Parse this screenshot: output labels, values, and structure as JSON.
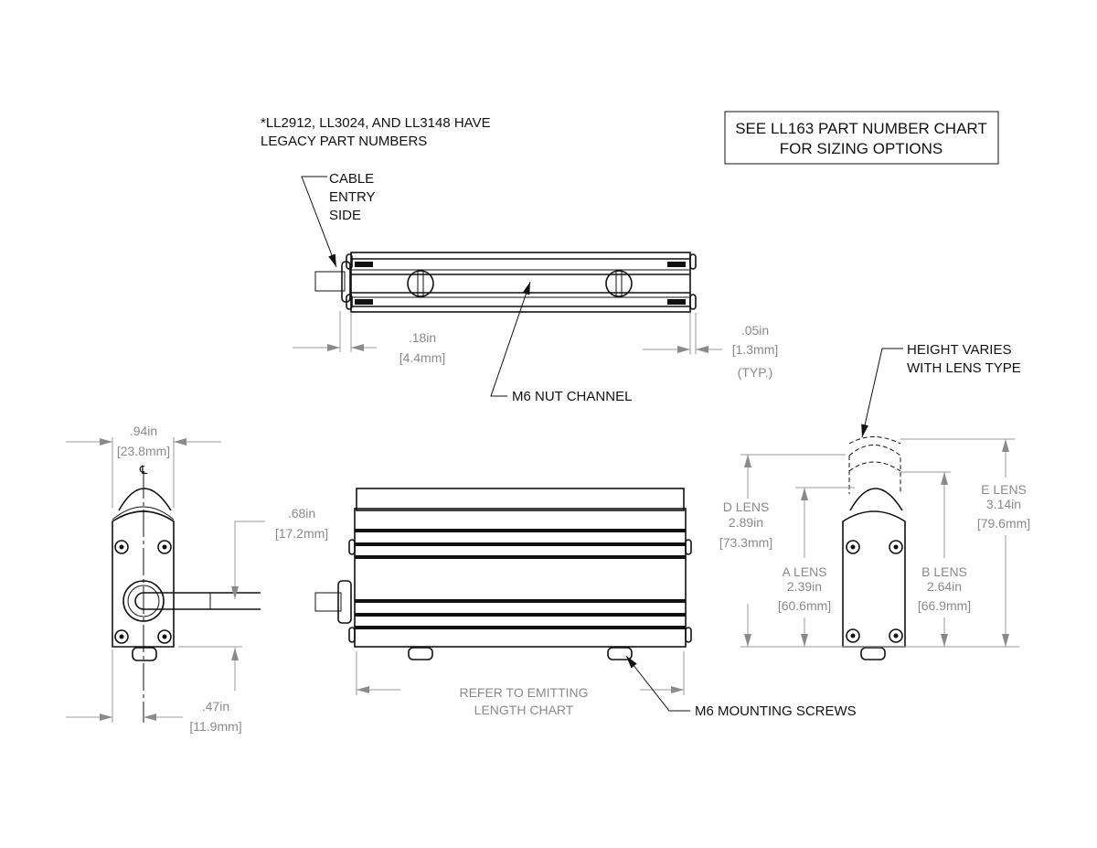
{
  "notes": {
    "legacy_line1": "*LL2912, LL3024, AND LL3148 HAVE",
    "legacy_line2": "LEGACY PART NUMBERS",
    "chart_line1": "SEE LL163 PART NUMBER CHART",
    "chart_line2": "FOR SIZING OPTIONS"
  },
  "callouts": {
    "cable_entry": [
      "CABLE",
      "ENTRY",
      "SIDE"
    ],
    "nut_channel": "M6 NUT CHANNEL",
    "mounting_screws": "M6 MOUNTING SCREWS",
    "height_varies": [
      "HEIGHT VARIES",
      "WITH LENS TYPE"
    ],
    "emitting_length": [
      "REFER TO EMITTING",
      "LENGTH CHART"
    ]
  },
  "dimensions": {
    "cable_offset": {
      "in": ".18in",
      "mm": "[4.4mm]"
    },
    "endcap": {
      "in": ".05in",
      "mm": "[1.3mm]",
      "note": "(TYP.)"
    },
    "width": {
      "in": ".94in",
      "mm": "[23.8mm]"
    },
    "cable_height": {
      "in": ".68in",
      "mm": "[17.2mm]"
    },
    "center_offset": {
      "in": ".47in",
      "mm": "[11.9mm]"
    },
    "centerline": "℄",
    "d_lens": {
      "label": "D LENS",
      "in": "2.89in",
      "mm": "[73.3mm]"
    },
    "a_lens": {
      "label": "A LENS",
      "in": "2.39in",
      "mm": "[60.6mm]"
    },
    "b_lens": {
      "label": "B LENS",
      "in": "2.64in",
      "mm": "[66.9mm]"
    },
    "e_lens": {
      "label": "E LENS",
      "in": "3.14in",
      "mm": "[79.6mm]"
    }
  }
}
